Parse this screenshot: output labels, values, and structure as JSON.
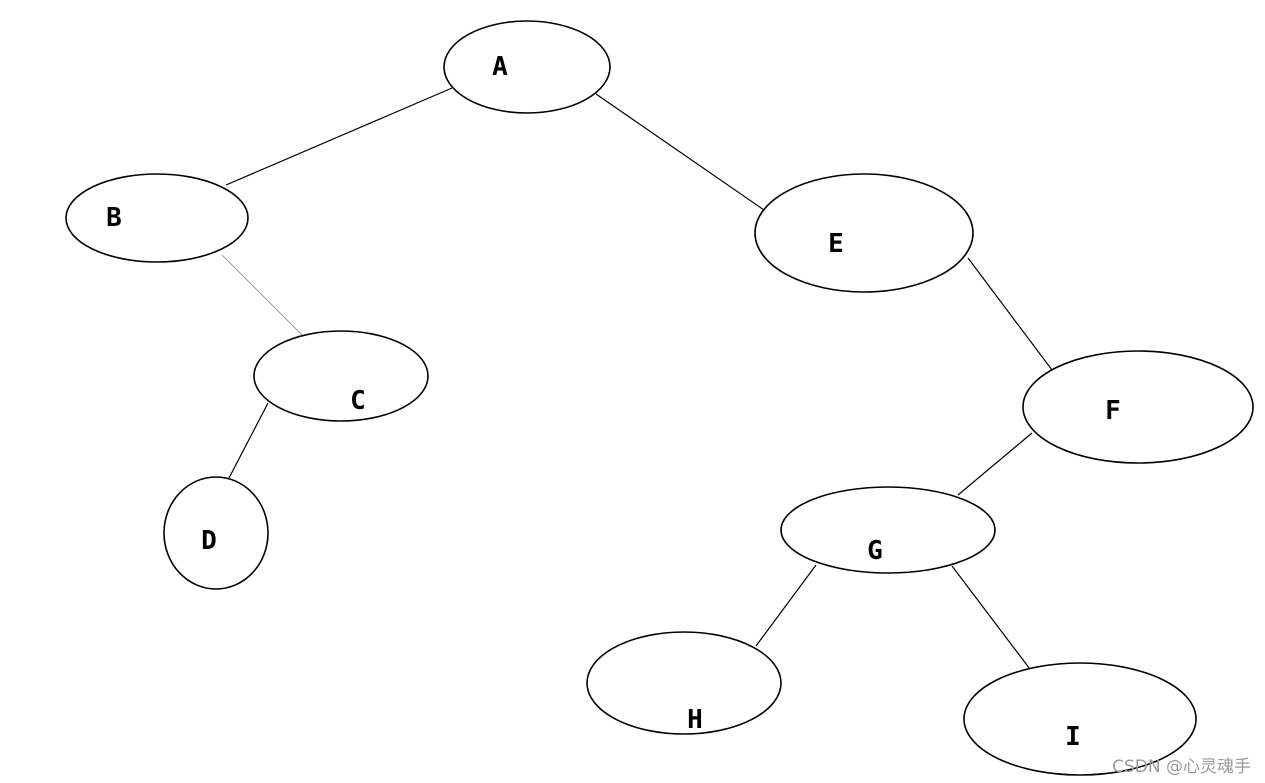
{
  "nodes": [
    {
      "id": "A",
      "label": "A"
    },
    {
      "id": "B",
      "label": "B"
    },
    {
      "id": "C",
      "label": "C"
    },
    {
      "id": "D",
      "label": "D"
    },
    {
      "id": "E",
      "label": "E"
    },
    {
      "id": "F",
      "label": "F"
    },
    {
      "id": "G",
      "label": "G"
    },
    {
      "id": "H",
      "label": "H"
    },
    {
      "id": "I",
      "label": "I"
    }
  ],
  "edges": [
    {
      "from": "A",
      "to": "B"
    },
    {
      "from": "A",
      "to": "E"
    },
    {
      "from": "B",
      "to": "C"
    },
    {
      "from": "C",
      "to": "D"
    },
    {
      "from": "E",
      "to": "F"
    },
    {
      "from": "F",
      "to": "G"
    },
    {
      "from": "G",
      "to": "H"
    },
    {
      "from": "G",
      "to": "I"
    }
  ],
  "watermark": "CSDN @心灵魂手"
}
